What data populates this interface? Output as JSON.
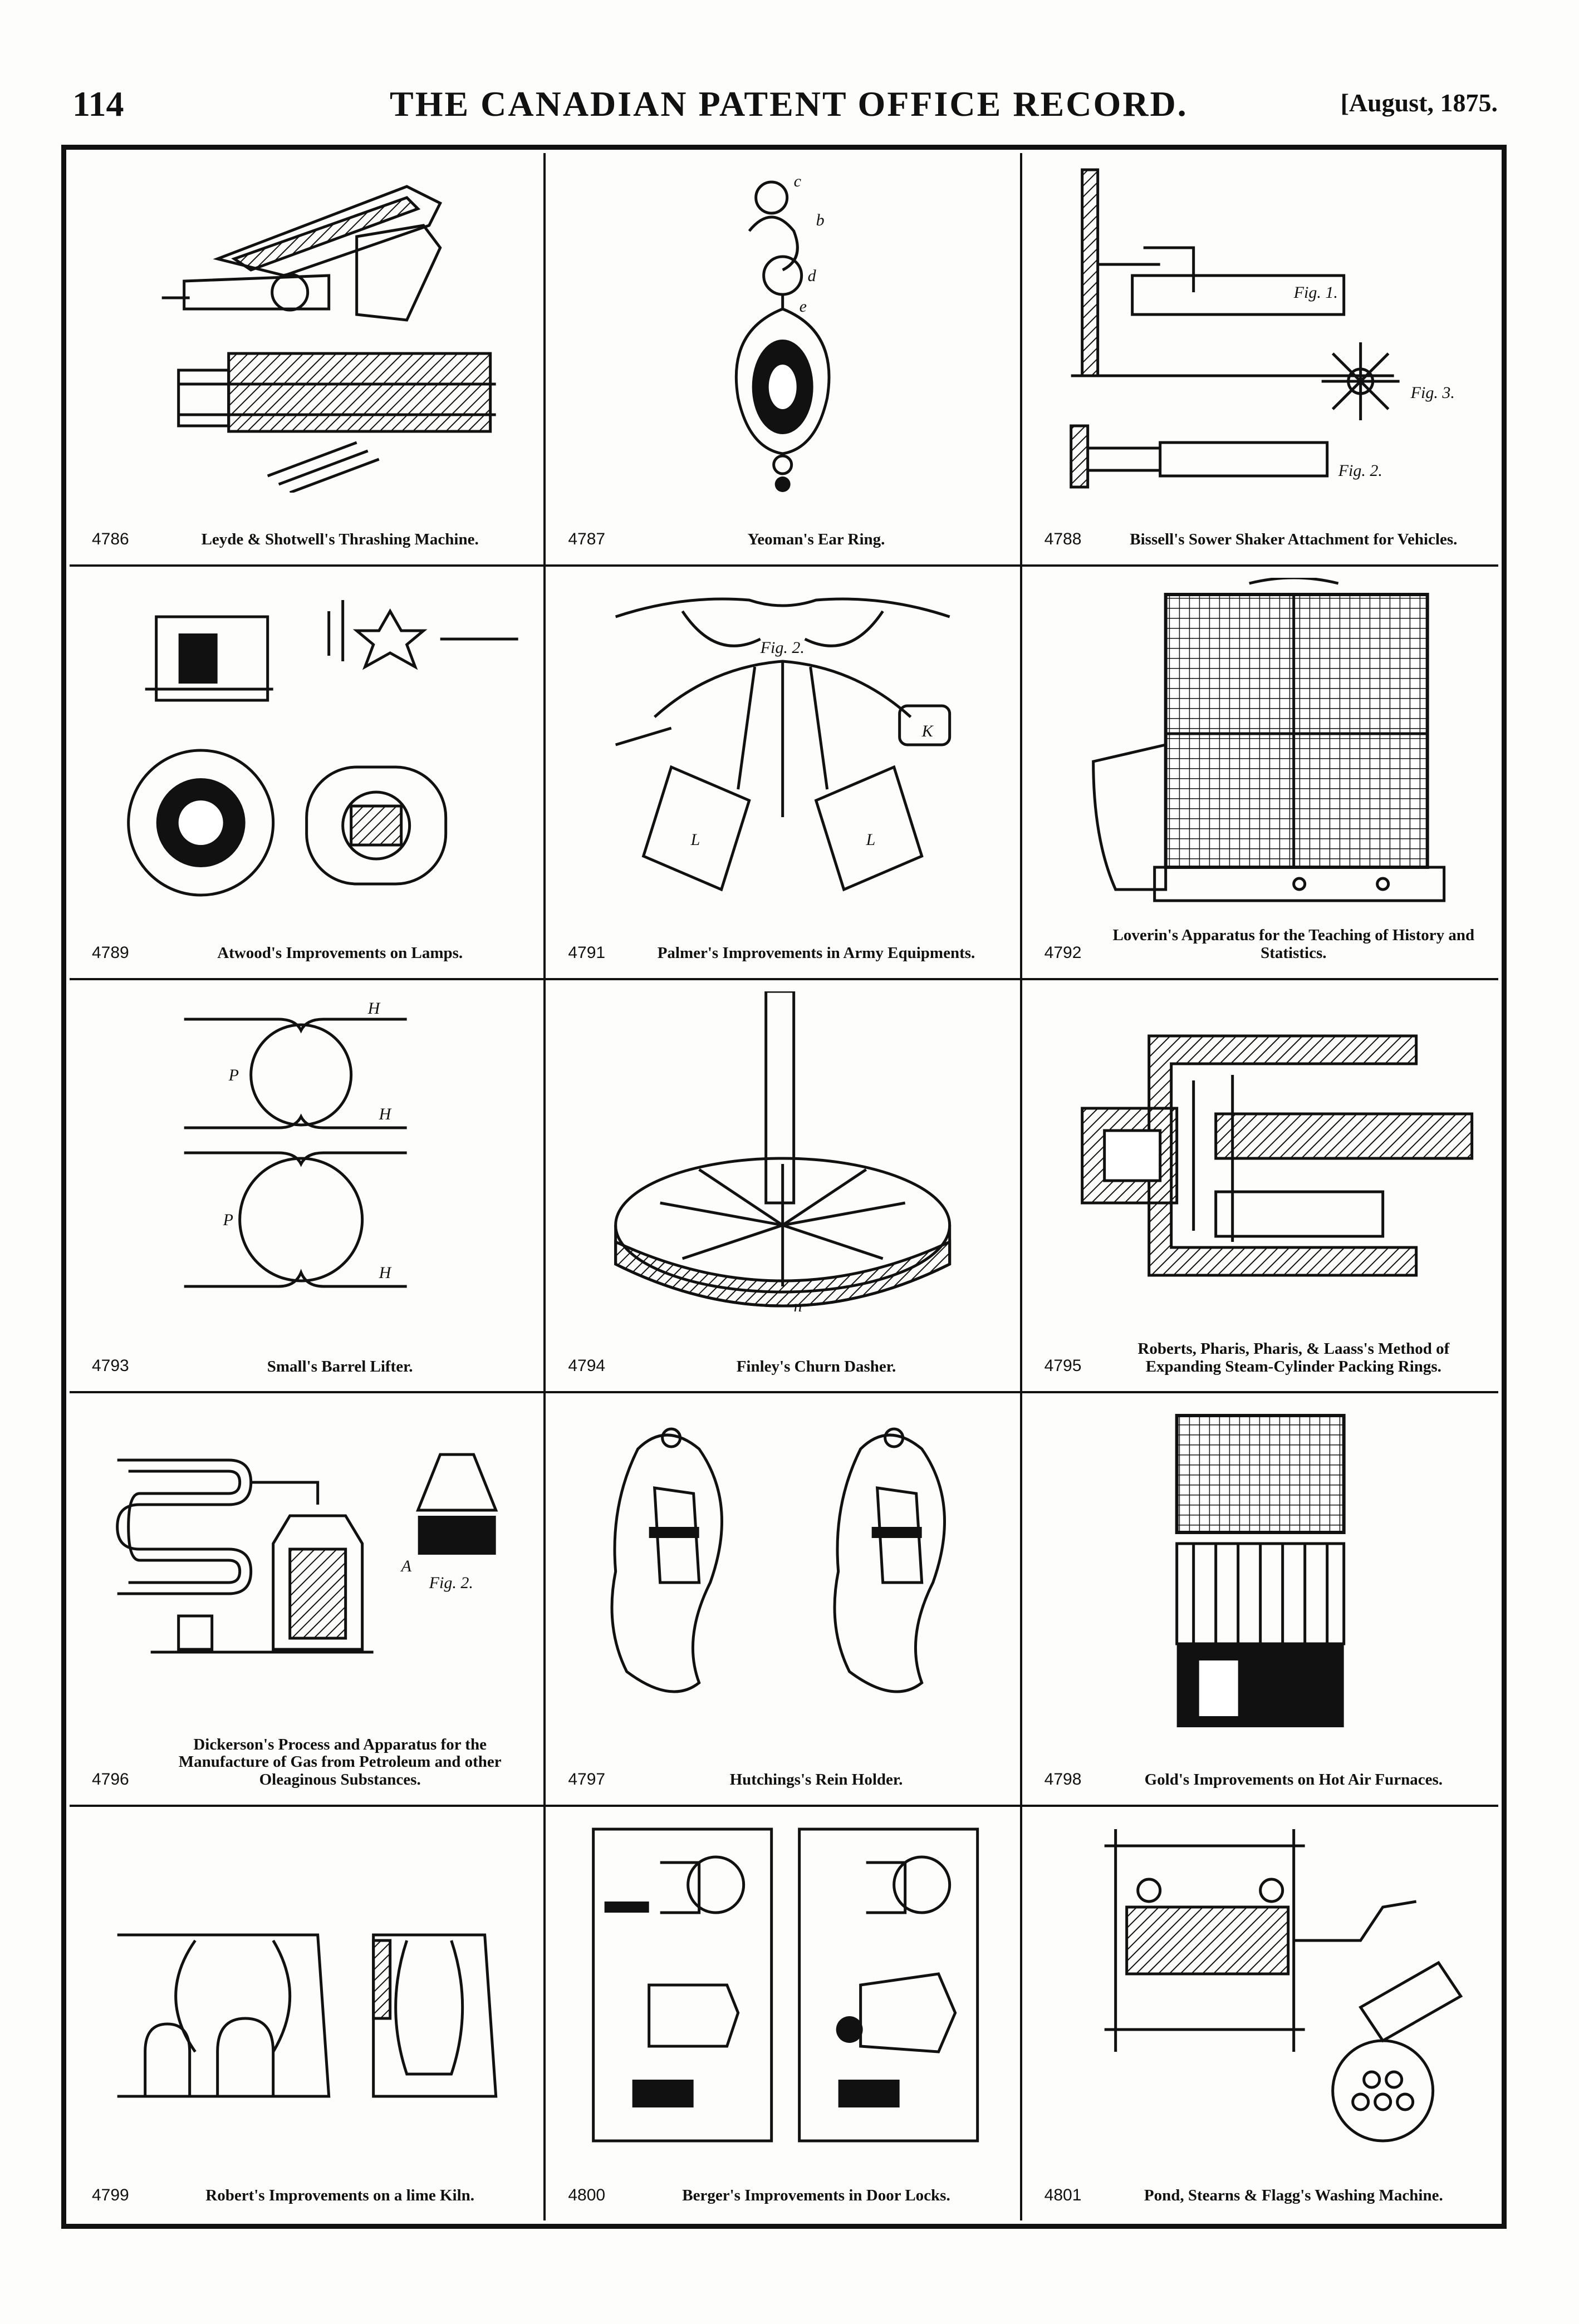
{
  "header": {
    "page_number": "114",
    "title": "THE CANADIAN PATENT OFFICE RECORD.",
    "date": "[August, 1875."
  },
  "patents": [
    {
      "number": "4786",
      "title": "Leyde & Shotwell's Thrashing Machine."
    },
    {
      "number": "4787",
      "title": "Yeoman's Ear Ring."
    },
    {
      "number": "4788",
      "title": "Bissell's Sower Shaker Attachment for Vehicles."
    },
    {
      "number": "4789",
      "title": "Atwood's Improvements on Lamps."
    },
    {
      "number": "4791",
      "title": "Palmer's Improvements in Army Equipments."
    },
    {
      "number": "4792",
      "title": "Loverin's Apparatus for the Teaching of History and Statistics."
    },
    {
      "number": "4793",
      "title": "Small's Barrel Lifter."
    },
    {
      "number": "4794",
      "title": "Finley's Churn Dasher."
    },
    {
      "number": "4795",
      "title": "Roberts, Pharis, Pharis, & Laass's Method of Expanding Steam-Cylinder Packing Rings."
    },
    {
      "number": "4796",
      "title": "Dickerson's Process and Apparatus for the Manufacture of Gas from Petroleum and other Oleaginous Substances."
    },
    {
      "number": "4797",
      "title": "Hutchings's Rein Holder."
    },
    {
      "number": "4798",
      "title": "Gold's Improvements on Hot Air Furnaces."
    },
    {
      "number": "4799",
      "title": "Robert's Improvements on a lime Kiln."
    },
    {
      "number": "4800",
      "title": "Berger's Improvements in Door Locks."
    },
    {
      "number": "4801",
      "title": "Pond, Stearns & Flagg's Washing Machine."
    }
  ],
  "figure_labels": {
    "ear_ring": [
      "c",
      "b",
      "d",
      "e"
    ],
    "sower_fig1": "Fig. 1.",
    "sower_fig2": "Fig. 2.",
    "sower_fig3": "Fig. 3.",
    "army_fig2": "Fig. 2.",
    "army_l": "L",
    "army_k": "K",
    "barrel_h": "H",
    "barrel_p": "P",
    "churn_n": "n",
    "gas_fig2": "Fig. 2.",
    "gas_a": "A"
  }
}
